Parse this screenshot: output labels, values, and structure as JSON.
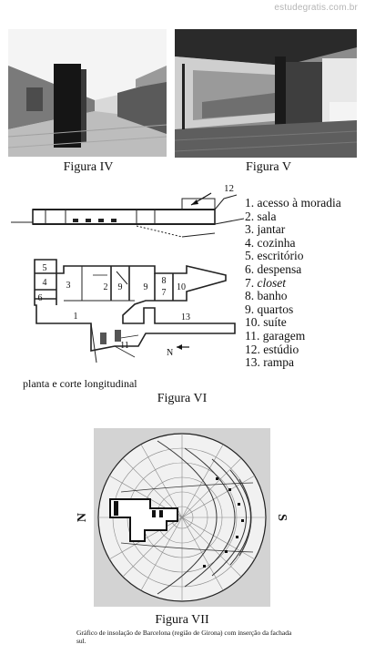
{
  "watermark": "estudegratis.com.br",
  "figure4": {
    "caption": "Figura IV"
  },
  "figure5": {
    "caption": "Figura V"
  },
  "figure6": {
    "section_label": "12",
    "plan_numbers": [
      "5",
      "4",
      "6",
      "3",
      "1",
      "2",
      "9",
      "9",
      "8",
      "7",
      "10",
      "13",
      "11"
    ],
    "north_label": "N",
    "caption_text": "planta e corte longitudinal",
    "caption": "Figura VI",
    "legend": [
      {
        "num": "1.",
        "text": "acesso à moradia"
      },
      {
        "num": "2.",
        "text": "sala"
      },
      {
        "num": "3.",
        "text": "jantar"
      },
      {
        "num": "4.",
        "text": "cozinha"
      },
      {
        "num": "5.",
        "text": "escritório"
      },
      {
        "num": "6.",
        "text": "despensa"
      },
      {
        "num": "7.",
        "text": "closet",
        "italic": true
      },
      {
        "num": "8.",
        "text": "banho"
      },
      {
        "num": "9.",
        "text": "quartos"
      },
      {
        "num": "10.",
        "text": "suíte"
      },
      {
        "num": "11.",
        "text": "garagem"
      },
      {
        "num": "12.",
        "text": "estúdio"
      },
      {
        "num": "13.",
        "text": "rampa"
      }
    ]
  },
  "figure7": {
    "north_label": "N",
    "south_label": "S",
    "caption": "Figura VII",
    "note": "Gráfico de insolação de Barcelona  (região de Girona) com inserção da fachada sul."
  }
}
